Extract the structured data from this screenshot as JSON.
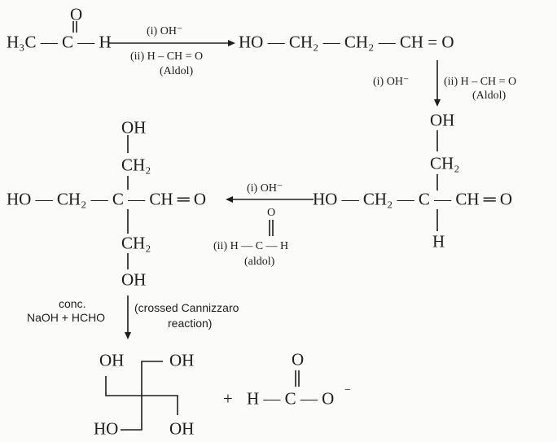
{
  "step1": {
    "reactant": {
      "left": "H₃C — C — H",
      "carbonyl_o": "O"
    },
    "reagent_top": "(i) OH⁻",
    "reagent_bottom": "(ii) H – CH = O",
    "reaction_name": "(Aldol)",
    "product": "HO — CH₂ — CH₂ — CH = O"
  },
  "step2": {
    "reagent_left": "(i) OH⁻",
    "reagent_right": "(ii) H – CH = O",
    "reaction_name": "(Aldol)",
    "product": {
      "top_oh": "OH",
      "top_ch2": "CH₂",
      "main_chain": "HO — CH₂ — C — CH ═ O",
      "bottom_h": "H"
    }
  },
  "step3": {
    "reagent_top": "(i) OH⁻",
    "formaldehyde_o": "O",
    "reagent_bottom": "(ii) H — C — H",
    "reaction_name": "(aldol)",
    "product": {
      "top_oh": "OH",
      "top_ch2": "CH₂",
      "main_chain": "HO — CH₂ — C — CH ═ O",
      "bottom_ch2": "CH₂",
      "bottom_oh": "OH"
    }
  },
  "step4": {
    "reagent_line1": "conc.",
    "reagent_line2": "NaOH + HCHO",
    "reaction_name_line1": "(crossed Cannizzaro",
    "reaction_name_line2": "reaction)",
    "pentaerythritol": {
      "oh_top_left": "OH",
      "oh_top_right": "OH",
      "ho_bottom_left": "HO",
      "oh_bottom_right": "OH"
    },
    "plus": "+",
    "formate": {
      "chain": "H — C — O",
      "charge": "−",
      "carbonyl_o": "O"
    }
  }
}
